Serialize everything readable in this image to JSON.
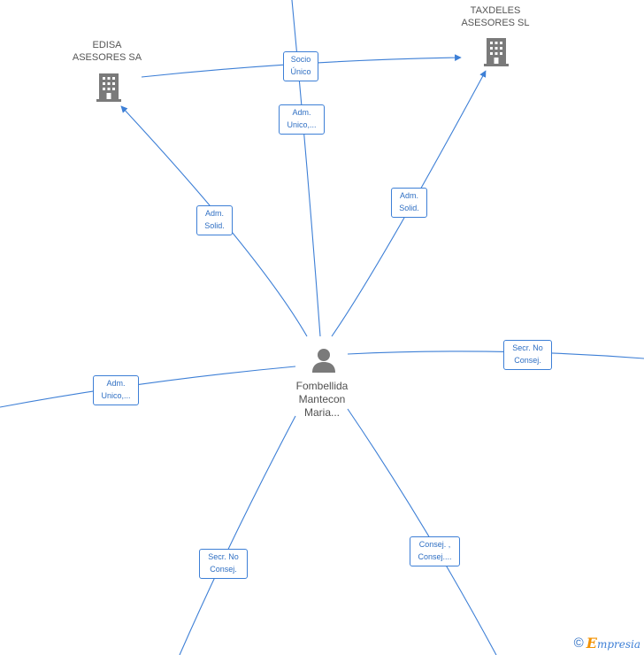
{
  "colors": {
    "edge": "#3d7fd6",
    "icon": "#7a7a7a",
    "text": "#555555",
    "brand_accent": "#f39200"
  },
  "nodes": {
    "edisa": {
      "line1": "EDISA",
      "line2": "ASESORES SA",
      "icon": "building-icon"
    },
    "taxdeles": {
      "line1": "TAXDELES",
      "line2": "ASESORES  SL",
      "icon": "building-icon"
    },
    "person": {
      "line1": "Fombellida",
      "line2": "Mantecon",
      "line3": "Maria...",
      "icon": "person-icon"
    }
  },
  "edge_labels": {
    "socio_unico": {
      "line1": "Socio",
      "line2": "Único"
    },
    "adm_unico_top": {
      "line1": "Adm.",
      "line2": "Unico,..."
    },
    "adm_solid_left": {
      "line1": "Adm.",
      "line2": "Solid."
    },
    "adm_solid_right": {
      "line1": "Adm.",
      "line2": "Solid."
    },
    "secr_no_consej_right": {
      "line1": "Secr.  No",
      "line2": "Consej."
    },
    "adm_unico_left": {
      "line1": "Adm.",
      "line2": "Unico,..."
    },
    "secr_no_consej_bottom": {
      "line1": "Secr.  No",
      "line2": "Consej."
    },
    "consej_bottom": {
      "line1": "Consej. ,",
      "line2": "Consej...."
    }
  },
  "footer": {
    "copyright_symbol": "©",
    "brand_initial": "E",
    "brand_rest": "mpresia"
  }
}
